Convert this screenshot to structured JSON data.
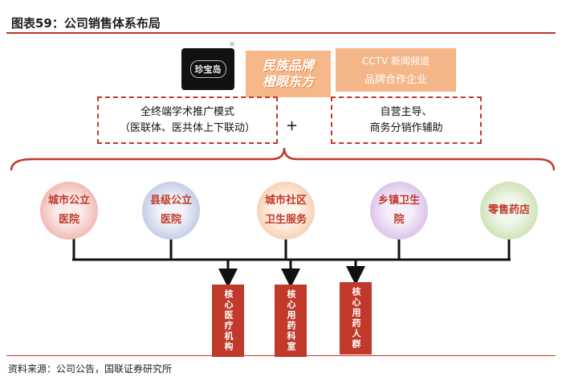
{
  "title": "图表59：公司销售体系布局",
  "logos": {
    "mark": "珍宝岛",
    "brand_line1": "民族品牌",
    "brand_line2": "橙眼东方",
    "cctv_line1": "CCTV  新闻频道",
    "cctv_line2": "品牌合作企业",
    "close_glyph": "×"
  },
  "modes": {
    "left_line1": "全终端学术推广模式",
    "left_line2": "（医联体、医共体上下联动）",
    "plus": "+",
    "right_line1": "自营主导、",
    "right_line2": "商务分销作辅助"
  },
  "channels": [
    {
      "line1": "城市公立",
      "line2": "医院"
    },
    {
      "line1": "县级公立",
      "line2": "医院"
    },
    {
      "line1": "城市社区",
      "line2": "卫生服务"
    },
    {
      "line1": "乡镇卫生",
      "line2": "院"
    },
    {
      "line1": "零售药店",
      "line2": ""
    }
  ],
  "cores": [
    {
      "label": "核心医疗机构"
    },
    {
      "label": "核心用药科室"
    },
    {
      "label": "核心用药人群"
    }
  ],
  "source": "资料来源：公司公告，国联证券研究所",
  "colors": {
    "accent": "#c0392b",
    "logo_orange": "#f5b68a"
  }
}
